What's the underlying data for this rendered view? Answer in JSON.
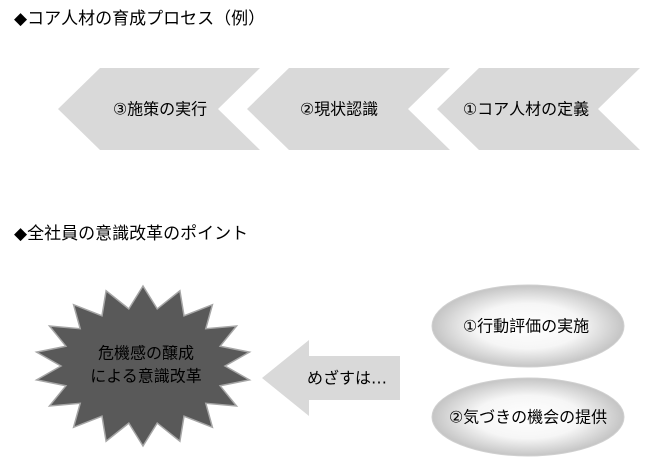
{
  "sections": [
    {
      "title": "◆コア人材の育成プロセス（例）",
      "process_steps": [
        "①コア人材の定義",
        "②現状認識",
        "③施策の実行"
      ]
    },
    {
      "title": "◆全社員の意識改革のポイント",
      "burst_lines": [
        "危機感の醸成",
        "による意識改革"
      ],
      "arrow_label": "めざすは…",
      "measures": [
        "①行動評価の実施",
        "②気づきの機会の提供"
      ]
    }
  ],
  "colors": {
    "chevron_fill": "#d9d9d9",
    "burst_fill": "#595959",
    "arrow_fill": "#d9d9d9",
    "ellipse_center": "#ffffff",
    "ellipse_edge": "#c4c4c4",
    "text": "#000000"
  }
}
